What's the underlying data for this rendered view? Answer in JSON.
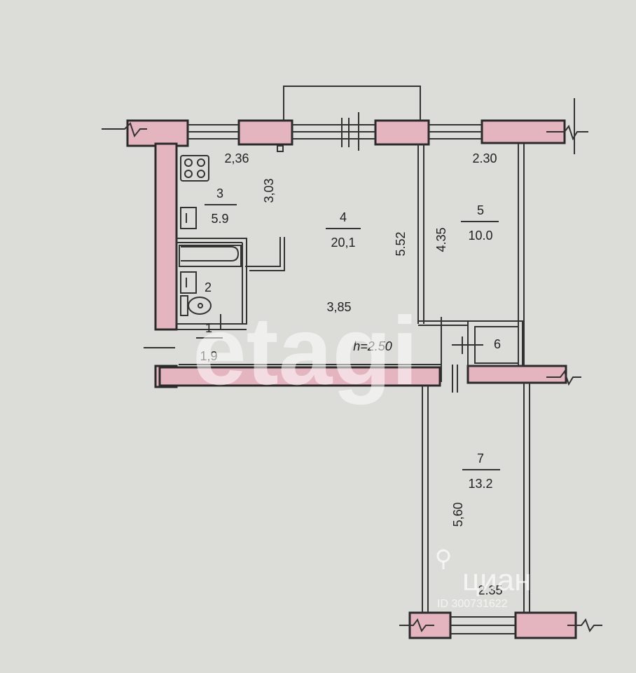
{
  "plan": {
    "rooms": [
      {
        "number": "1",
        "area": "1,9"
      },
      {
        "number": "2",
        "area": ""
      },
      {
        "number": "3",
        "area": "5.9"
      },
      {
        "number": "4",
        "area": "20,1"
      },
      {
        "number": "5",
        "area": "10.0"
      },
      {
        "number": "6",
        "area": ""
      },
      {
        "number": "7",
        "area": "13.2"
      }
    ],
    "dimensions": {
      "kitchen_width": "2,36",
      "kitchen_length": "3,03",
      "room4_length": "5.52",
      "room4_width": "3,85",
      "room5_width": "2.30",
      "room5_length": "4.35",
      "balcony_length": "5,60",
      "balcony_width": "2.35"
    },
    "ceiling_height": "h=2.50"
  },
  "watermarks": {
    "etagi": "etagi",
    "cian": "циан",
    "cian_id": "ID 300731622"
  }
}
